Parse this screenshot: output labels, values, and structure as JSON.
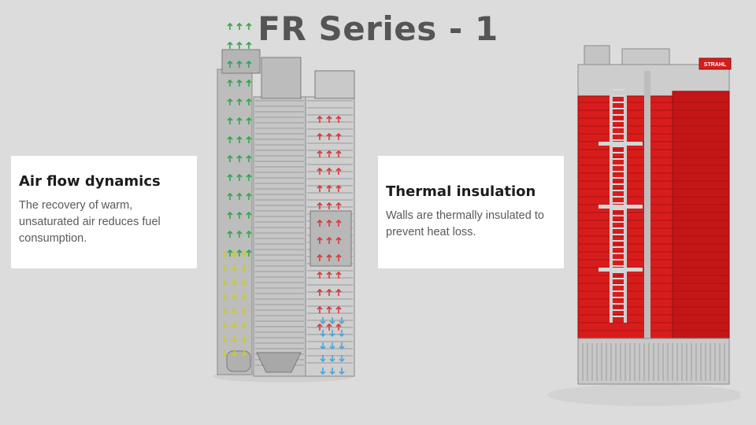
{
  "slide": {
    "title": "FR Series - 1"
  },
  "features": [
    {
      "heading": "Air flow dynamics",
      "text": "The recovery of warm, unsaturated air reduces fuel consumption."
    },
    {
      "heading": "Thermal insulation",
      "text": "Walls are thermally insulated to prevent heat loss."
    }
  ],
  "brand": {
    "plate_text": "STRAHL",
    "accent_color": "#d81c1c"
  },
  "icons": {
    "airflow_hot": "red-arrow-icon",
    "airflow_recovered": "green-arrow-icon",
    "airflow_cool": "blue-arrow-icon",
    "airflow_intake": "yellow-arrow-icon"
  }
}
